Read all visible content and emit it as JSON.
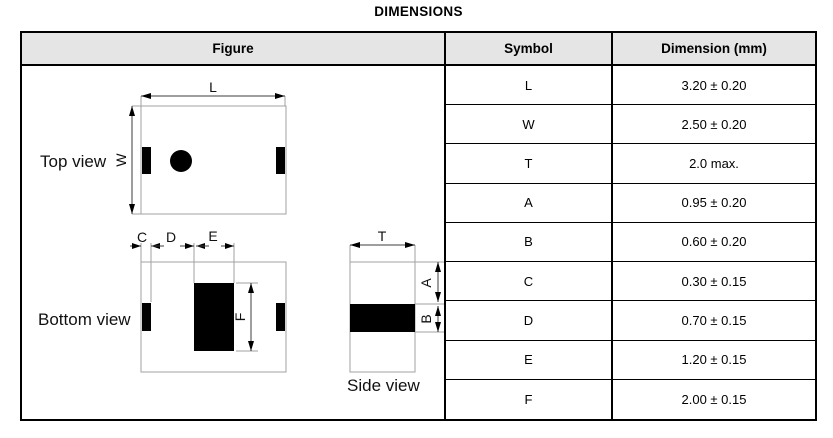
{
  "title": "DIMENSIONS",
  "colors": {
    "header_bg": "#e5e5e5",
    "table_border": "#000000",
    "drawing_outline": "#a2a2a2",
    "dimension_line": "#3c3c3c",
    "pad_fill": "#000000"
  },
  "table": {
    "headers": {
      "figure": "Figure",
      "symbol": "Symbol",
      "dimension": "Dimension (mm)"
    },
    "rows": [
      {
        "symbol": "L",
        "dimension": "3.20 ± 0.20"
      },
      {
        "symbol": "W",
        "dimension": "2.50 ± 0.20"
      },
      {
        "symbol": "T",
        "dimension": "2.0 max."
      },
      {
        "symbol": "A",
        "dimension": "0.95 ± 0.20"
      },
      {
        "symbol": "B",
        "dimension": "0.60 ± 0.20"
      },
      {
        "symbol": "C",
        "dimension": "0.30 ± 0.15"
      },
      {
        "symbol": "D",
        "dimension": "0.70 ± 0.15"
      },
      {
        "symbol": "E",
        "dimension": "1.20 ± 0.15"
      },
      {
        "symbol": "F",
        "dimension": "2.00 ± 0.15"
      }
    ]
  },
  "figure": {
    "top_view": {
      "label": "Top view",
      "dim_l": "L",
      "dim_w": "W"
    },
    "bottom_view": {
      "label": "Bottom view",
      "dim_c": "C",
      "dim_d": "D",
      "dim_e": "E",
      "dim_f": "F"
    },
    "side_view": {
      "label": "Side view",
      "dim_t": "T",
      "dim_a": "A",
      "dim_b": "B"
    }
  }
}
